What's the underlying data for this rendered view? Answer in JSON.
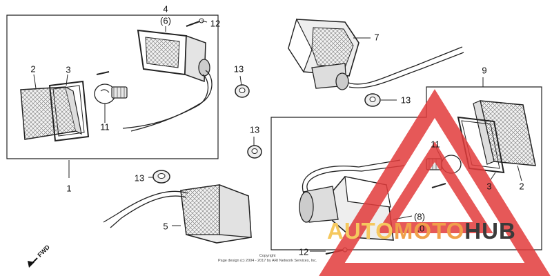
{
  "diagram": {
    "callouts": [
      {
        "id": "c-4",
        "text": "4"
      },
      {
        "id": "c-6",
        "text": "(6)"
      },
      {
        "id": "c-12a",
        "text": "12"
      },
      {
        "id": "c-2a",
        "text": "2"
      },
      {
        "id": "c-3a",
        "text": "3"
      },
      {
        "id": "c-11a",
        "text": "11"
      },
      {
        "id": "c-1",
        "text": "1"
      },
      {
        "id": "c-13a",
        "text": "13"
      },
      {
        "id": "c-7",
        "text": "7"
      },
      {
        "id": "c-13b",
        "text": "13"
      },
      {
        "id": "c-9",
        "text": "9"
      },
      {
        "id": "c-13c",
        "text": "13"
      },
      {
        "id": "c-13d",
        "text": "13"
      },
      {
        "id": "c-5",
        "text": "5"
      },
      {
        "id": "c-11b",
        "text": "11"
      },
      {
        "id": "c-3b",
        "text": "3"
      },
      {
        "id": "c-2b",
        "text": "2"
      },
      {
        "id": "c-8",
        "text": "(8)"
      },
      {
        "id": "c-10",
        "text": "10"
      },
      {
        "id": "c-12b",
        "text": "12"
      }
    ],
    "fwd_label": "FWD",
    "copyright_line1": "Copyright",
    "copyright_line2": "Page design (c) 2004 - 2017 by ARI Network Services, Inc."
  },
  "watermark": {
    "part1": "AUTO",
    "part2": "MOTO",
    "part3": "HUB",
    "colors": {
      "triangle": "#e23b3b",
      "auto": "#f5c85e",
      "moto": "#f0a04a",
      "hub": "#3a3a3a"
    }
  }
}
